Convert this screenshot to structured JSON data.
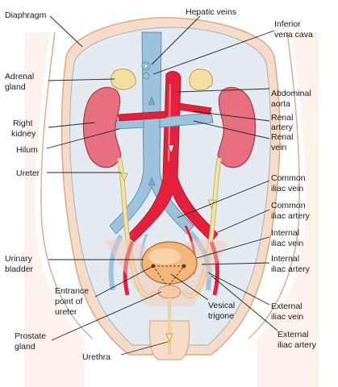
{
  "colors": {
    "skin": "#f6dcc8",
    "skin_outline": "#d9a98b",
    "cavity": "#e8eef3",
    "cavity_outline": "#9fb3c1",
    "vein": "#9cc2dc",
    "vein_outline": "#5e8fb0",
    "artery": "#e4203a",
    "artery_dark": "#b5122a",
    "kidney": "#e7707f",
    "kidney_outline": "#a83f4f",
    "adrenal": "#f1dea0",
    "ureter": "#f3e2a8",
    "bladder": "#f2b67a",
    "bladder_outline": "#b9743a",
    "prostate": "#f7c9a8"
  },
  "labels": {
    "diaphragm": "Diaphragm",
    "hepatic_veins": "Hepatic veins",
    "inferior_vena_cava_1": "Inferior",
    "inferior_vena_cava_2": "vena cava",
    "adrenal_gland_1": "Adrenal",
    "adrenal_gland_2": "gland",
    "abdominal_aorta_1": "Abdominal",
    "abdominal_aorta_2": "aorta",
    "right_kidney_1": "Right",
    "right_kidney_2": "kidney",
    "renal_artery_1": "Renal",
    "renal_artery_2": "artery",
    "renal_vein_1": "Renal",
    "renal_vein_2": "vein",
    "hilum": "Hilum",
    "ureter": "Ureter",
    "common_iliac_vein_1": "Common",
    "common_iliac_vein_2": "iliac vein",
    "common_iliac_artery_1": "Common",
    "common_iliac_artery_2": "iliac artery",
    "internal_iliac_vein_1": "Internal",
    "internal_iliac_vein_2": "iliac vein",
    "urinary_bladder_1": "Urinary",
    "urinary_bladder_2": "bladder",
    "internal_iliac_artery_1": "Internal",
    "internal_iliac_artery_2": "iliac artery",
    "entrance_ureter_1": "Entrance",
    "entrance_ureter_2": "point of",
    "entrance_ureter_3": "ureter",
    "external_iliac_vein_1": "External",
    "external_iliac_vein_2": "iliac vein",
    "vesical_trigone_1": "Vesical",
    "vesical_trigone_2": "trigone",
    "prostate_gland_1": "Prostate",
    "prostate_gland_2": "gland",
    "external_iliac_artery_1": "External",
    "external_iliac_artery_2": "iliac artery",
    "urethra": "Urethra"
  }
}
